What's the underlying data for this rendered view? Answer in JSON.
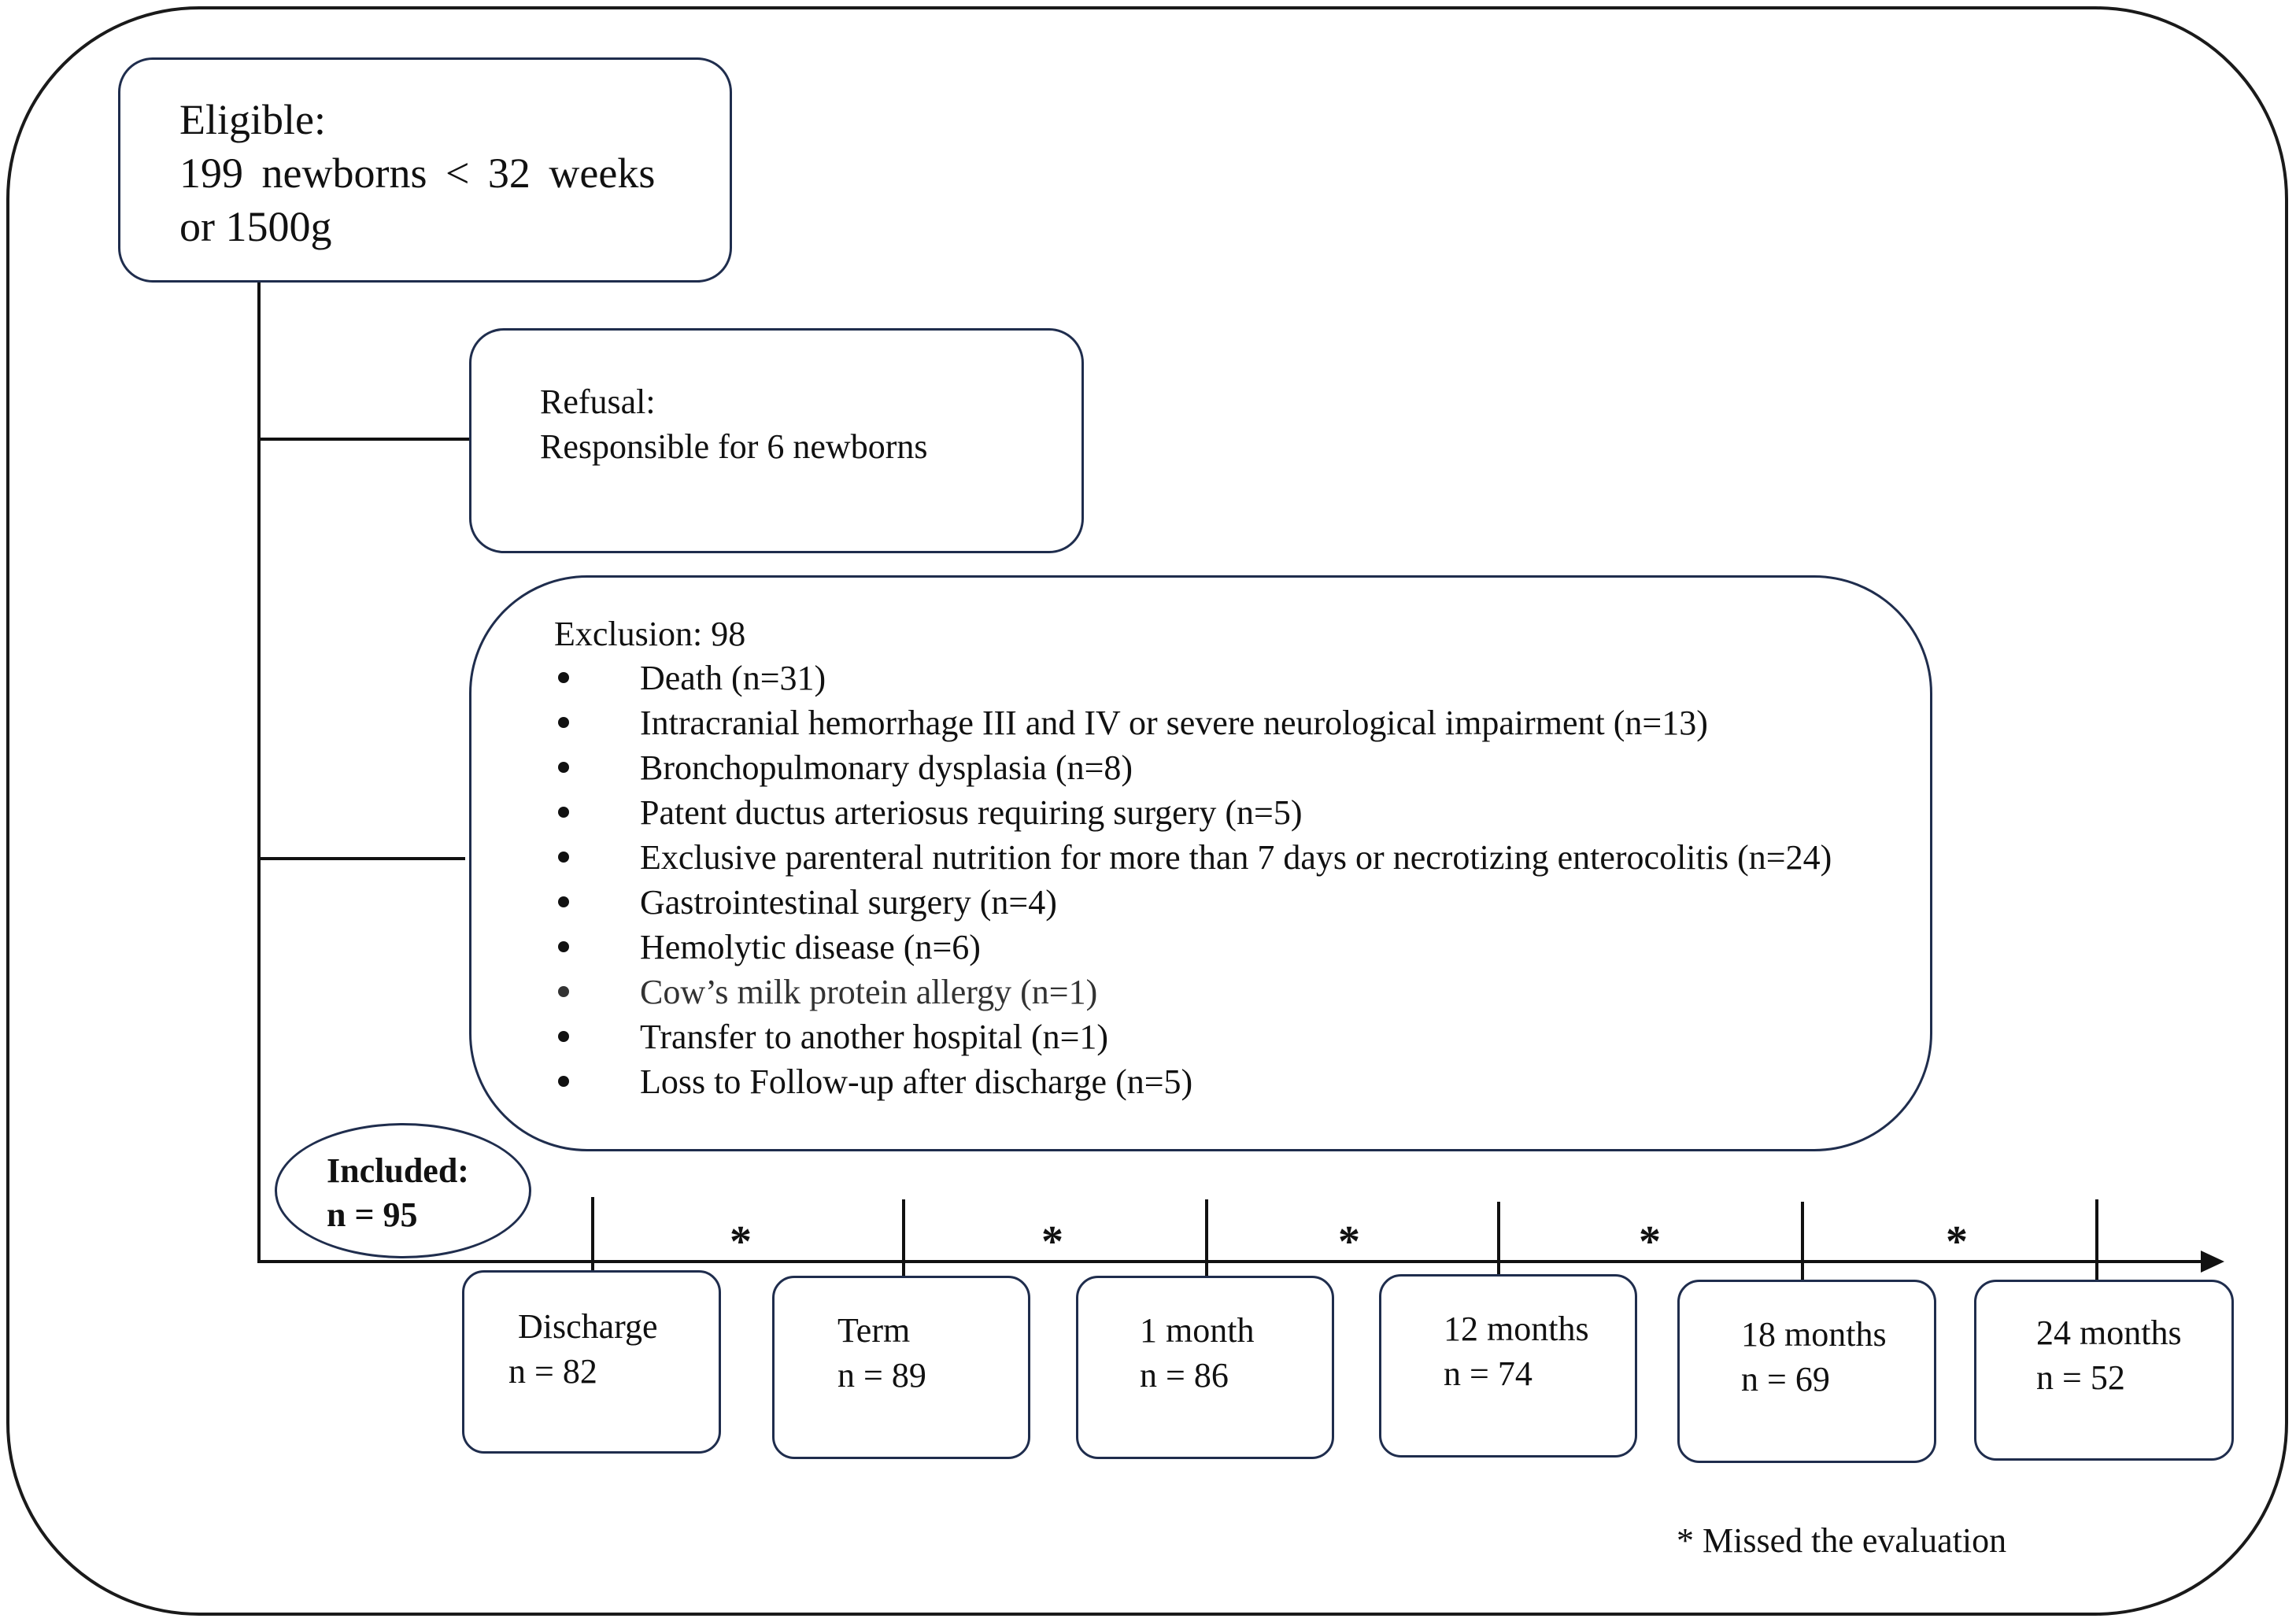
{
  "eligible": {
    "lines": [
      "Eligible:",
      "199 newborns < 32 weeks",
      "or 1500g"
    ]
  },
  "refusal": {
    "lines": [
      "Refusal:",
      "Responsible for 6 newborns"
    ]
  },
  "exclusion": {
    "title": "Exclusion: 98",
    "items": [
      "Death (n=31)",
      "Intracranial hemorrhage III and IV or severe neurological impairment (n=13)",
      "Bronchopulmonary dysplasia (n=8)",
      "Patent ductus arteriosus requiring surgery (n=5)",
      "Exclusive parenteral nutrition for more than 7 days or necrotizing enterocolitis (n=24)",
      "Gastrointestinal surgery (n=4)",
      "Hemolytic disease (n=6)",
      "Cow’s milk protein allergy  (n=1)",
      "Transfer to another hospital (n=1)",
      "Loss to  Follow-up after discharge (n=5)"
    ]
  },
  "included": {
    "lines": [
      "Included:",
      "n = 95"
    ]
  },
  "timepoints": [
    {
      "label": "Discharge",
      "n": "n = 82"
    },
    {
      "label": "Term",
      "n": "n = 89"
    },
    {
      "label": "1 month",
      "n": "n = 86"
    },
    {
      "label": "12 months",
      "n": "n = 74"
    },
    {
      "label": "18 months",
      "n": "n = 69"
    },
    {
      "label": "24 months",
      "n": "n = 52"
    }
  ],
  "missed_marker": "*",
  "footnote": "* Missed the evaluation",
  "colors": {
    "box_border": "#1f2d4d",
    "line": "#111111"
  }
}
